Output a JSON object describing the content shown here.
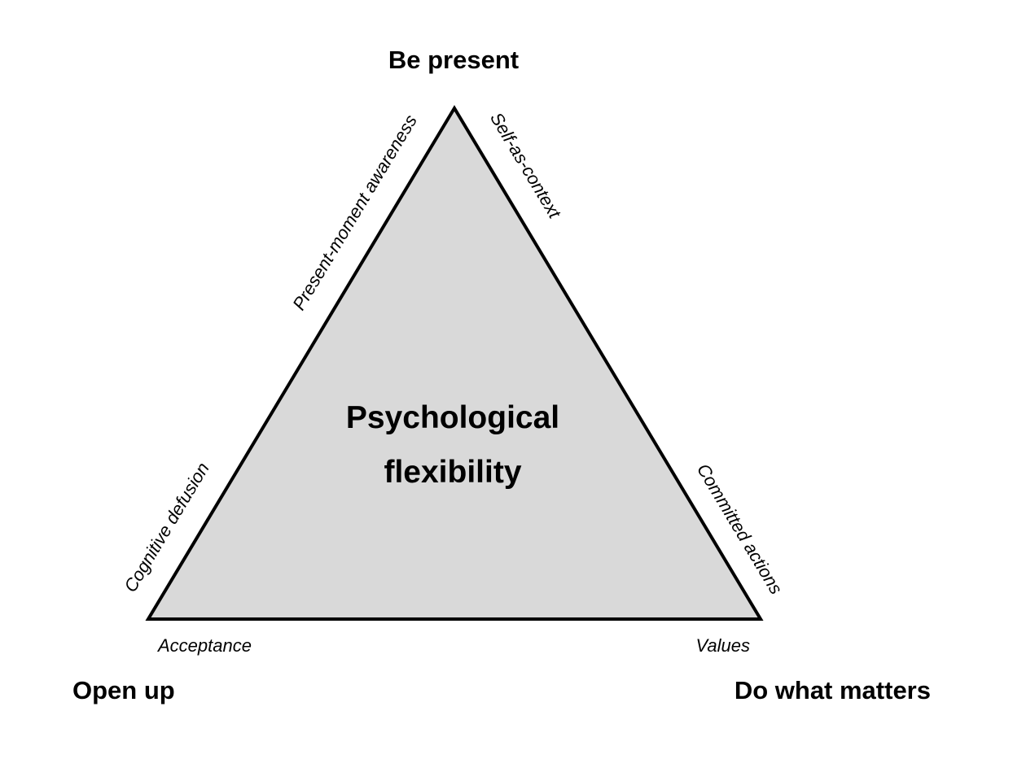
{
  "colors": {
    "triangle_fill": "#d9d9d9",
    "triangle_stroke": "#000000",
    "text": "#000000",
    "background": "#ffffff"
  },
  "center": {
    "line1": "Psychological",
    "line2": "flexibility"
  },
  "corners": {
    "top": "Be present",
    "bottom_left": "Open up",
    "bottom_right": "Do what matters"
  },
  "processes": {
    "present_moment": "Present-moment awareness",
    "self_as_context": "Self-as-context",
    "cognitive_defusion": "Cognitive defusion",
    "committed_actions": "Committed actions",
    "acceptance": "Acceptance",
    "values": "Values"
  }
}
